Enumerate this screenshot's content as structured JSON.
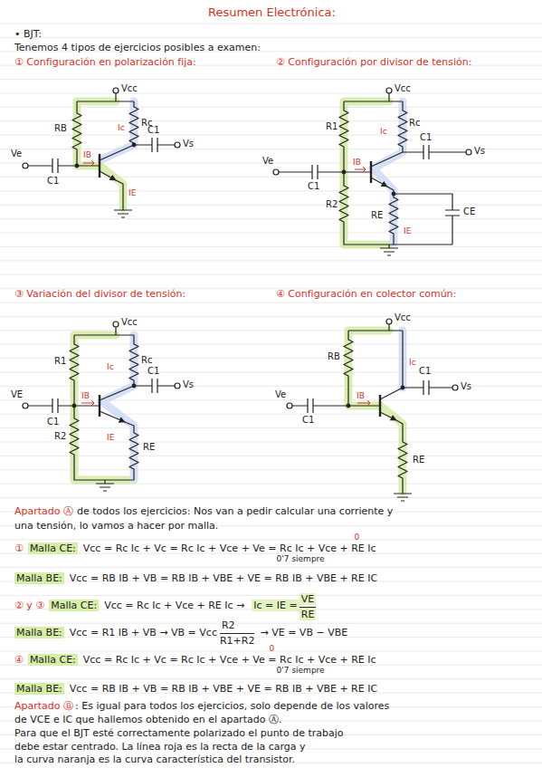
{
  "diagram": {
    "title": "Resumen Electrónica:",
    "labels": [
      "• BJT:",
      "Tenemos 4 tipos de ejercicios posibles a examen:",
      "① Configuración en polarización fija:",
      "② Configuración por divisor de tensión:",
      "Vcc",
      "RB",
      "Rc",
      "IB",
      "Ic",
      "Ve",
      "C1",
      "C1",
      "Vs",
      "IE",
      "Vcc",
      "R1",
      "Rc",
      "IB",
      "Ic",
      "C1",
      "Vs",
      "Ve",
      "C1",
      "R2",
      "RE",
      "IE",
      "CE",
      "③ Variación del divisor de tensión:",
      "④ Configuración en colector común:",
      "Vcc",
      "R1",
      "Rc",
      "IB",
      "Ic",
      "C1",
      "Vs",
      "VE",
      "C1",
      "R2",
      "RE",
      "IE",
      "Vcc",
      "RB",
      "IB",
      "Ic",
      "C1",
      "Vs",
      "Ve",
      "C1",
      "RE",
      "Apartado Ⓐ",
      "de todos los ejercicios: Nos van a pedir calcular una corriente y",
      "una tensión, lo vamos a hacer por malla.",
      "①",
      "Malla CE:",
      "Vcc = Rc Ic + Vc = Rc Ic + Vce + Ve = Rc Ic + Vce + RE Ic",
      "0",
      "0'7 siempre",
      "Malla BE:",
      "Vcc = RB IB + VB = RB IB + VBE + VE = RB IB + VBE + RE IC",
      "② y ③",
      "Malla CE:",
      "Vcc = Rc Ic + Vce + RE Ic →",
      "Ic = IE =",
      "VE",
      "RE",
      "Malla BE:",
      "Vcc = R1 IB + VB → VB = Vcc",
      "R2",
      "R1+R2",
      "→ VE = VB − VBE",
      "④",
      "Malla CE:",
      "Vcc = Rc Ic + Vc = Rc Ic + Vce + Ve = Rc Ic + Vce + RE Ic",
      "0",
      "0'7 siempre",
      "Malla BE:",
      "Vcc = RB IB + VB = RB IB + VBE + VE = RB IB + VBE + RE IC",
      "Apartado Ⓑ",
      ": Es igual para todos los ejercicios, solo depende de los valores",
      "de VCE e IC que hallemos obtenido en el apartado Ⓐ.",
      "Para que el BJT esté correctamente polarizado el punto de trabajo",
      "debe estar centrado. La línea roja es la recta de la carga y",
      "la curva naranja es la curva característica del transistor."
    ]
  }
}
